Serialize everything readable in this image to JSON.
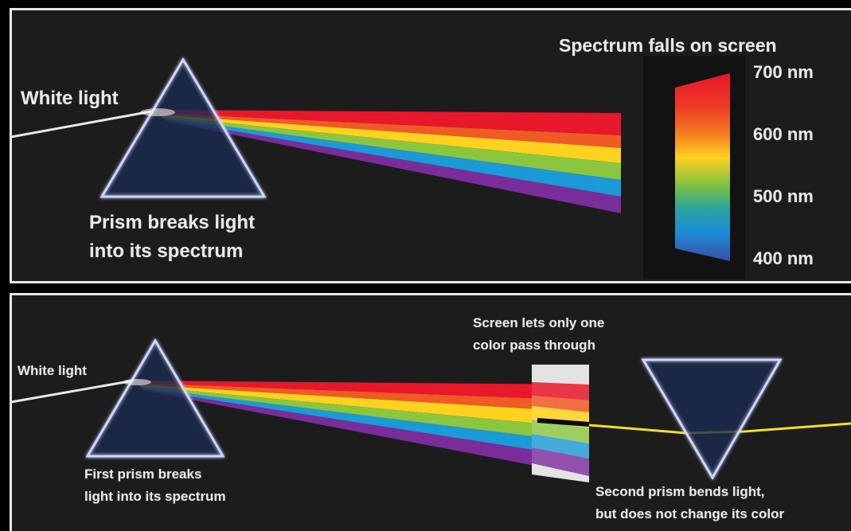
{
  "top_panel": {
    "white_light": "White light",
    "prism_caption_line1": "Prism breaks light",
    "prism_caption_line2": "into its spectrum",
    "screen_title": "Spectrum falls on screen",
    "wavelengths": [
      "700 nm",
      "600 nm",
      "500 nm",
      "400 nm"
    ]
  },
  "bottom_panel": {
    "white_light": "White light",
    "first_prism_line1": "First prism breaks",
    "first_prism_line2": "light into its spectrum",
    "screen_caption_line1": "Screen lets only one",
    "screen_caption_line2": "color pass through",
    "second_prism_line1": "Second prism bends light,",
    "second_prism_line2": "but does not change its color"
  },
  "colors": {
    "background": "#1c1c1d",
    "border": "#e6e6e6",
    "prism_edge": "#c9d3ff",
    "spectrum": [
      "#e8172b",
      "#f05a24",
      "#ffd21f",
      "#8cc63f",
      "#1a9ad6",
      "#7b2c9b"
    ],
    "passed_beam": "#f2df2a"
  }
}
